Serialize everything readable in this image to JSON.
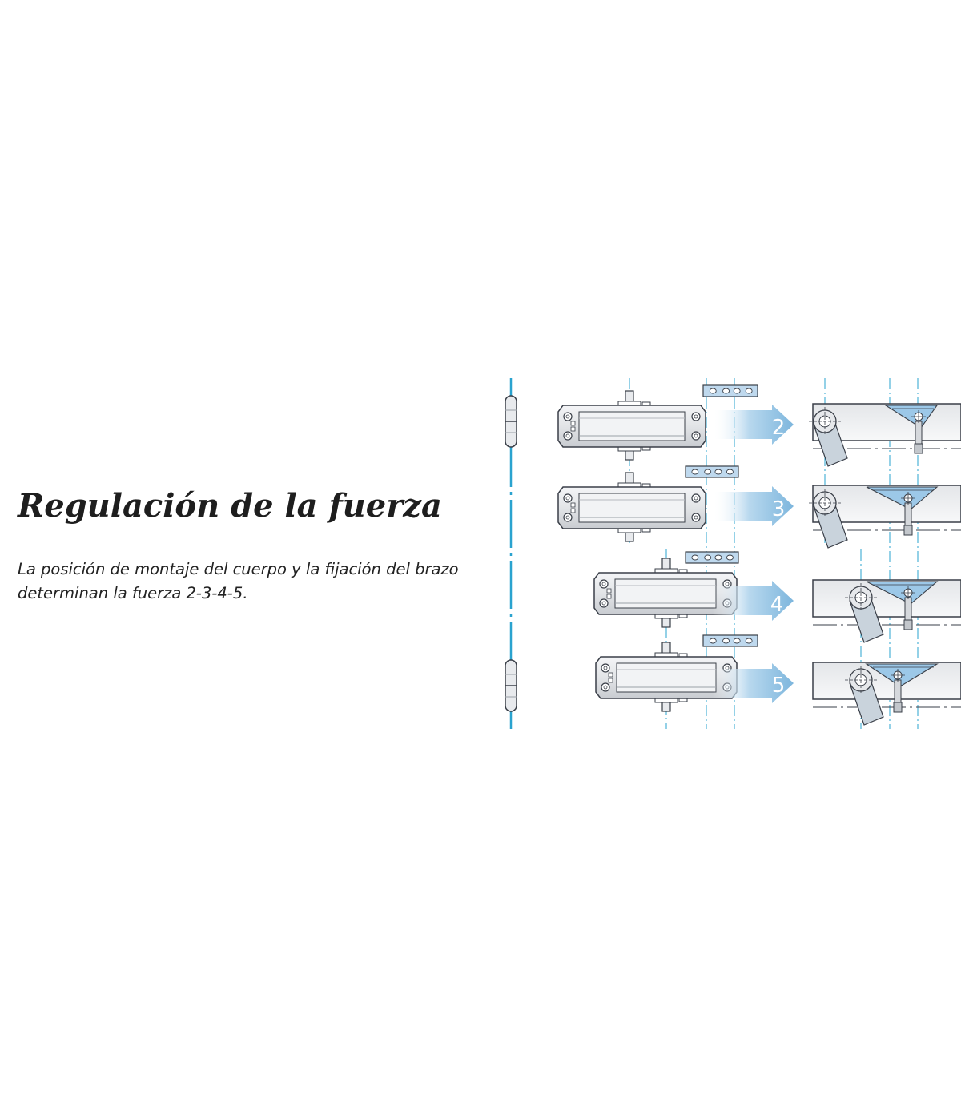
{
  "heading": "Regulación de la fuerza",
  "description_line1": "La posición de montaje del cuerpo y la fijación del brazo",
  "description_line2": "determinan la fuerza 2-3-4-5.",
  "diagram": {
    "force_labels": [
      "2",
      "3",
      "4",
      "5"
    ]
  },
  "colors": {
    "axis_blue": "#2aa3cf",
    "arrow_blue": "#8fc3e3",
    "outline": "#3a3f48",
    "body_gray": "#e3e5e8",
    "plate_blue": "#bfd9ee"
  }
}
